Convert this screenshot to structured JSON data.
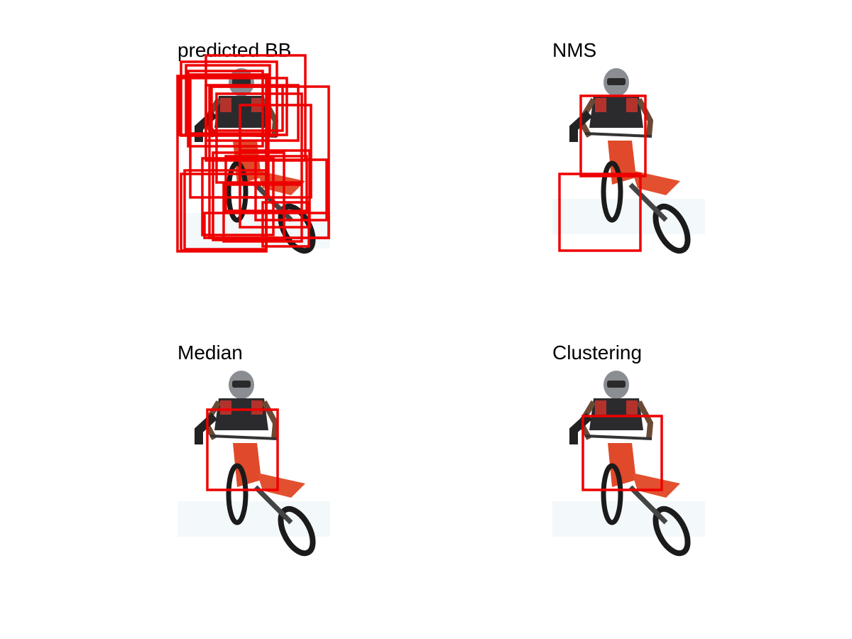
{
  "figure": {
    "box_color": "#ee0000",
    "panels": [
      {
        "id": "predicted",
        "title": "predicted BB"
      },
      {
        "id": "nms",
        "title": "NMS"
      },
      {
        "id": "median",
        "title": "Median"
      },
      {
        "id": "clustering",
        "title": "Clustering"
      }
    ]
  }
}
